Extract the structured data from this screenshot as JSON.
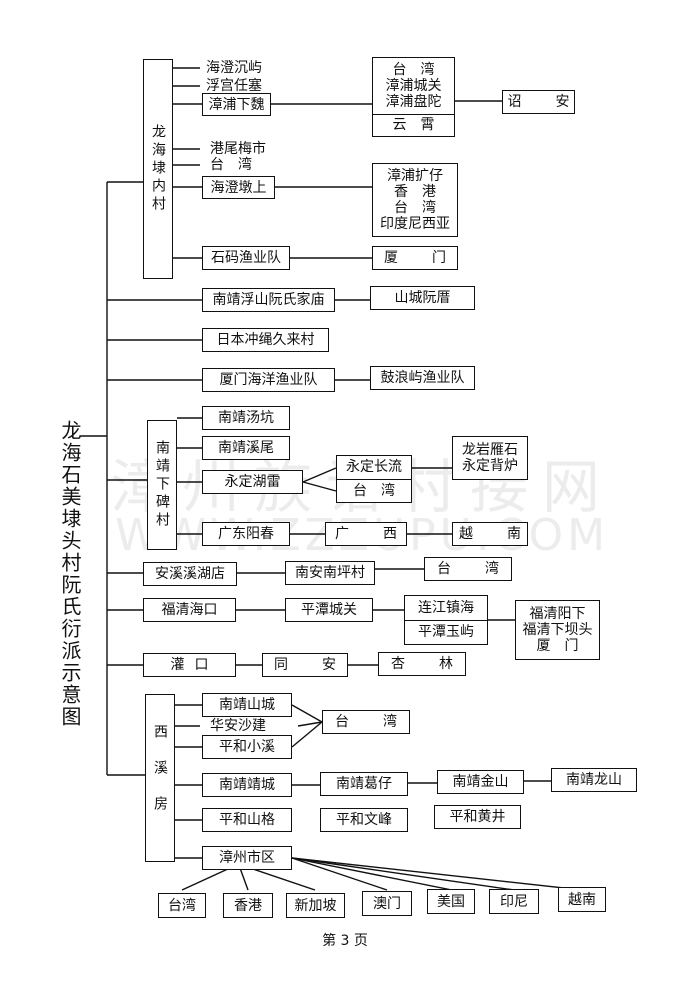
{
  "title": "龙海石美埭头村阮氏衍派示意图",
  "watermark": {
    "cn": "漳州族谱村接网",
    "en": "WWW.ZZZUPU.COM"
  },
  "page_number": "第 3 页",
  "branches": {
    "longhai_neicun": {
      "label": "龙海埭内村",
      "items": {
        "haicheng_chenyu": "海澄沉屿",
        "fugong_rensai": "浮宫任塞",
        "zhangpu_xiawei": "漳浦下魏",
        "gangwei_meishi": "港尾梅市",
        "taiwan": "台　湾",
        "haicheng_dunshang": "海澄墩上",
        "shima_yuye": "石码渔业队"
      },
      "xiawei_group": {
        "lines": [
          "台　湾",
          "漳浦城关",
          "漳浦盘陀"
        ],
        "bottom": "云　霄"
      },
      "zhaoan": "诏　安",
      "dunshang_group": [
        "漳浦扩仔",
        "香　港",
        "台　湾",
        "印度尼西亚"
      ],
      "xiamen": "厦　门"
    },
    "nanjing_fushan": {
      "label": "南靖浮山阮氏家庙",
      "child": "山城阮厝"
    },
    "japan": {
      "label": "日本冲绳久来村"
    },
    "xiamen_haiyang": {
      "label": "厦门海洋渔业队",
      "child": "鼓浪屿渔业队"
    },
    "nanjing_xiabeicun": {
      "label": "南靖下碑村",
      "items": {
        "tangkeng": "南靖汤坑",
        "xiwei": "南靖溪尾",
        "hulei": "永定湖雷",
        "yangchun": "广东阳春"
      },
      "yongding_changliu": "永定长流",
      "taiwan": "台　湾",
      "longyan_group": [
        "龙岩雁石",
        "永定背炉"
      ],
      "guangxi": "广　西",
      "yuenan": "越　南"
    },
    "anxi_xihu": {
      "label": "安溪溪湖店",
      "child": "南安南坪村",
      "grandchild": "台　湾"
    },
    "fuqing_haikou": {
      "label": "福清海口",
      "pingtan_chengguan": "平潭城关",
      "lianjiang_zhenhai": "连江镇海",
      "pingtan_yuyu": "平潭玉屿",
      "end_group": [
        "福清阳下",
        "福清下坝头",
        "厦　门"
      ]
    },
    "guankou": {
      "label": "灌口",
      "tongan": "同　安",
      "xinglin": "杏　林"
    },
    "xixi_fang": {
      "label": "西溪房",
      "items": {
        "shancheng": "南靖山城",
        "shajian": "华安沙建",
        "xiaoxi": "平和小溪",
        "jingcheng": "南靖靖城",
        "shange": "平和山格",
        "zhangzhou": "漳州市区"
      },
      "taiwan": "台　湾",
      "gezai": "南靖葛仔",
      "jinshan": "南靖金山",
      "longshan": "南靖龙山",
      "wenfeng": "平和文峰",
      "huangjing": "平和黄井",
      "zhangzhou_children": [
        "台湾",
        "香港",
        "新加坡",
        "澳门",
        "美国",
        "印尼",
        "越南"
      ]
    }
  }
}
